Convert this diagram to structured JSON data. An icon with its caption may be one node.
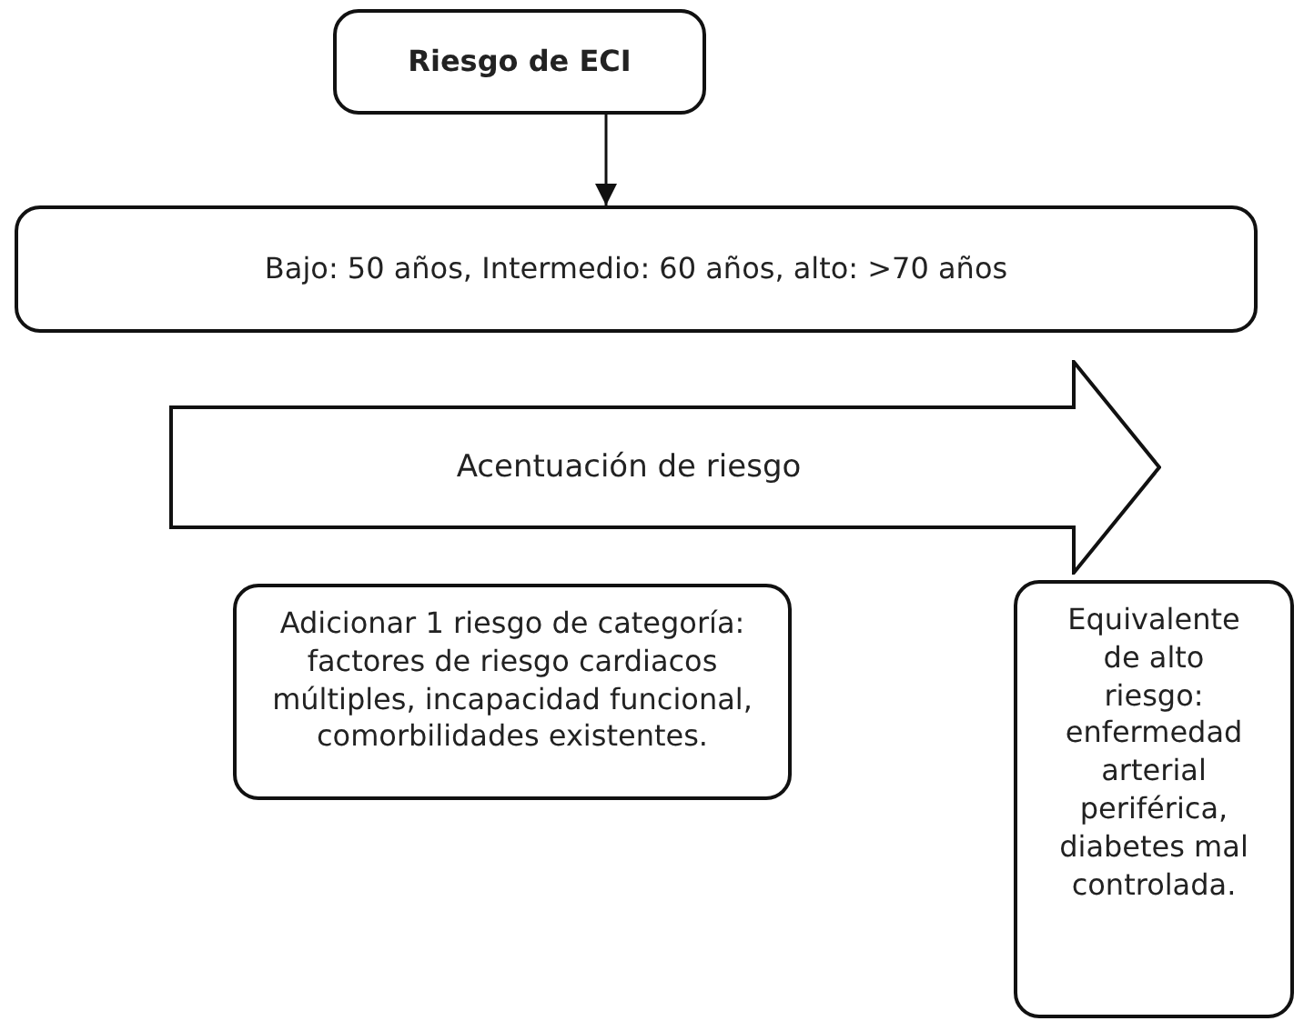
{
  "diagram": {
    "nodes": [
      {
        "text": [
          "Riesgo de ECI"
        ]
      },
      {
        "text": [
          "Bajo: 50 años, Intermedio: 60 años, alto: >70 años"
        ]
      },
      {
        "text": [
          "Acentuación de riesgo"
        ]
      },
      {
        "text": [
          "Adicionar 1 riesgo de categoría: factores de riesgo cardiacos múltiples, incapacidad funcional, comorbilidades existentes."
        ]
      },
      {
        "text": [
          "Equivalente de alto riesgo: enfermedad arterial periférica, diabetes mal controlada."
        ]
      }
    ],
    "edges": [
      {
        "from": 0,
        "to": 1,
        "arrow": "to"
      }
    ]
  }
}
